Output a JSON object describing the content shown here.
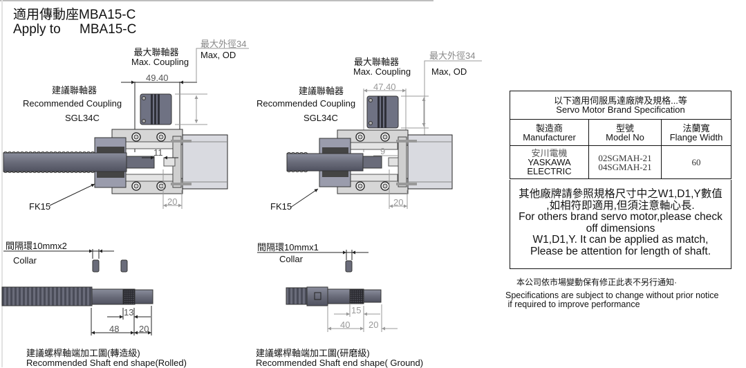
{
  "title": {
    "zh": "適用傳動座MBA15-C",
    "en_prefix": "Apply to",
    "en_model": "MBA15-C"
  },
  "rolled_assembly": {
    "max_coupling_zh": "最大聯軸器",
    "max_coupling_en": "Max. Coupling",
    "max_od_zh": "最大外徑34",
    "max_od_en": "Max, OD",
    "coupling_length": "49.40",
    "recommended_zh": "建議聯軸器",
    "recommended_en": "Recommended Coupling",
    "recommended_model": "SGL34C",
    "gap_dim": "11",
    "flange_dim": "20",
    "bearing_label": "FK15"
  },
  "ground_assembly": {
    "max_coupling_zh": "最大聯軸器",
    "max_coupling_en": "Max. Coupling",
    "max_od_zh": "最大外徑34",
    "max_od_en": "Max, OD",
    "coupling_length": "47.40",
    "recommended_zh": "建議聯軸器",
    "recommended_en": "Recommended Coupling",
    "recommended_model": "SGL34C",
    "gap_dim": "9",
    "flange_dim": "20",
    "bearing_label": "FK15"
  },
  "rolled_shaft": {
    "collar_zh": "間隔環10mmx2",
    "collar_en": "Collar",
    "thread_dim": "13",
    "length_dim": "48",
    "end_dim": "20",
    "caption_zh": "建議螺桿軸端加工圖(轉造級)",
    "caption_en": "Recommended Shaft end shape(Rolled)"
  },
  "ground_shaft": {
    "collar_zh": "間隔環10mmx1",
    "collar_en": "Collar",
    "thread_dim": "15",
    "length_dim": "40",
    "end_dim": "20",
    "caption_zh": "建議螺桿軸端加工圖(研磨級)",
    "caption_en": "Recommended Shaft end shape( Ground)"
  },
  "spec_table": {
    "header_zh": "以下適用伺服馬達廠牌及規格...等",
    "header_en": "Servo Motor Brand Specification",
    "columns": [
      {
        "zh": "製造商",
        "en": "Manufacturer"
      },
      {
        "zh": "型號",
        "en": "Model No"
      },
      {
        "zh": "法蘭寬",
        "en": "Flange Width"
      }
    ],
    "rows": [
      {
        "manufacturer_zh": "安川電機",
        "manufacturer_en1": "YASKAWA",
        "manufacturer_en2": "ELECTRIC",
        "model1": "02SGMAH-21",
        "model2": "04SGMAH-21",
        "flange_width": "60"
      }
    ],
    "note_zh1": "其他廠牌請參照規格尺寸中之W1,D1,Y數值",
    "note_zh2": ",如相符即適用,但須注意軸心長.",
    "note_en1": "For others brand servo motor,please check",
    "note_en2": "off dimensions",
    "note_en3": "W1,D1,Y. It can be applied as match,",
    "note_en4": "Please be attention for length of shaft."
  },
  "footer": {
    "zh": "本公司依市場變動保有修正此表不另行通知·",
    "en1": "Specifications are subject to change without prior notice",
    "en2": " if required to improve performance"
  }
}
